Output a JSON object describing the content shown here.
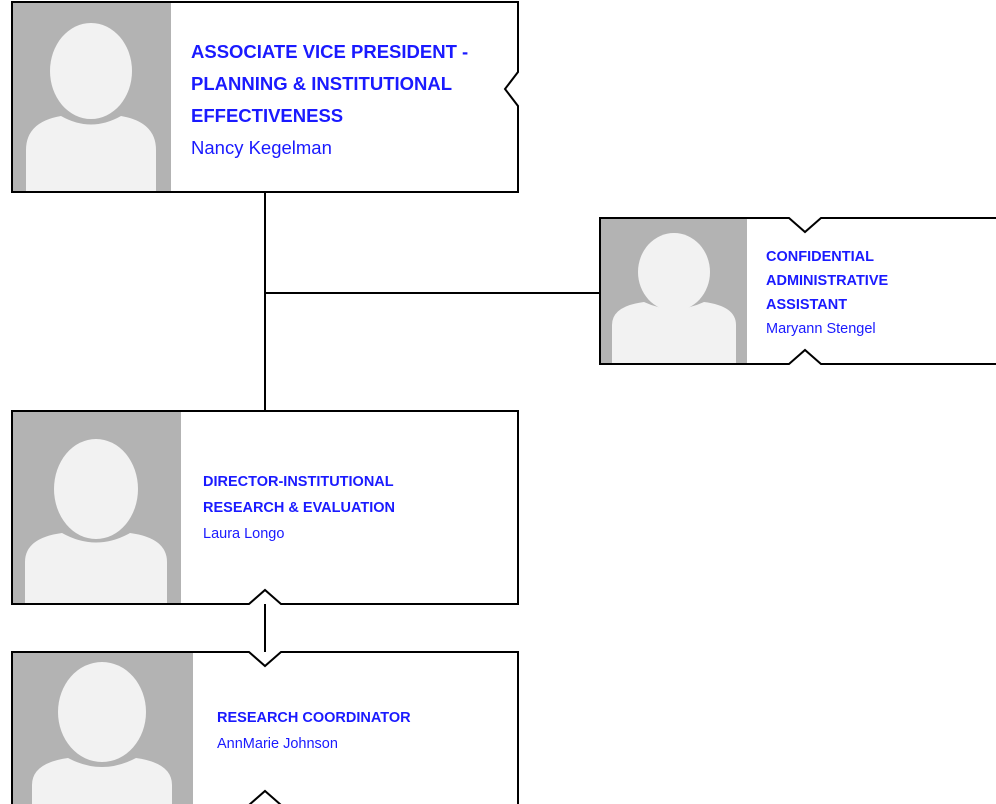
{
  "colors": {
    "title_text": "#1a1aff",
    "name_text": "#1a1aff",
    "border": "#000000",
    "photo_bg": "#b3b3b3",
    "silhouette": "#f2f2f2",
    "connector": "#000000"
  },
  "nodes": [
    {
      "id": "avp",
      "title_lines": [
        "ASSOCIATE VICE PRESIDENT -",
        "PLANNING & INSTITUTIONAL",
        "EFFECTIVENESS"
      ],
      "name": "Nancy Kegelman",
      "photo_icon": "person-placeholder-icon"
    },
    {
      "id": "assistant",
      "title_lines": [
        "CONFIDENTIAL",
        "ADMINISTRATIVE",
        "ASSISTANT"
      ],
      "name": "Maryann Stengel",
      "photo_icon": "person-placeholder-icon"
    },
    {
      "id": "director",
      "title_lines": [
        "DIRECTOR-INSTITUTIONAL",
        "RESEARCH & EVALUATION"
      ],
      "name": "Laura Longo",
      "photo_icon": "person-placeholder-icon"
    },
    {
      "id": "coordinator",
      "title_lines": [
        "RESEARCH COORDINATOR"
      ],
      "name": "AnnMarie Johnson",
      "photo_icon": "person-placeholder-icon"
    }
  ]
}
